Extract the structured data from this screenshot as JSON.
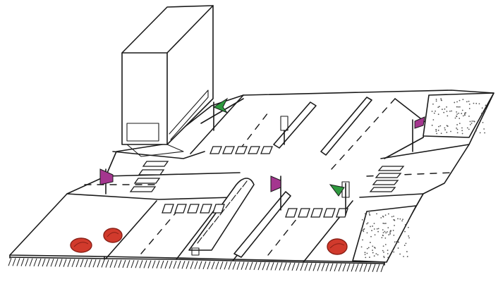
{
  "scene": {
    "colors": {
      "ink": "#1a1a1a",
      "paper": "#ffffff",
      "signal_green": "#2e9a3e",
      "signal_magenta": "#a4368f",
      "stop_red": "#d13a2c",
      "stop_red_dark": "#8a1f16",
      "gravel": "#555555"
    },
    "signals": [
      {
        "kind": "pedestrian-signal",
        "color": "signal_green"
      },
      {
        "kind": "pedestrian-signal",
        "color": "signal_magenta"
      },
      {
        "kind": "pedestrian-signal",
        "color": "signal_magenta"
      },
      {
        "kind": "pedestrian-signal",
        "color": "signal_magenta"
      },
      {
        "kind": "pedestrian-signal",
        "color": "signal_green"
      }
    ],
    "road_markings": [
      {
        "kind": "red-circle-marking",
        "color": "stop_red"
      },
      {
        "kind": "red-circle-marking",
        "color": "stop_red"
      },
      {
        "kind": "red-circle-marking",
        "color": "stop_red"
      }
    ]
  }
}
